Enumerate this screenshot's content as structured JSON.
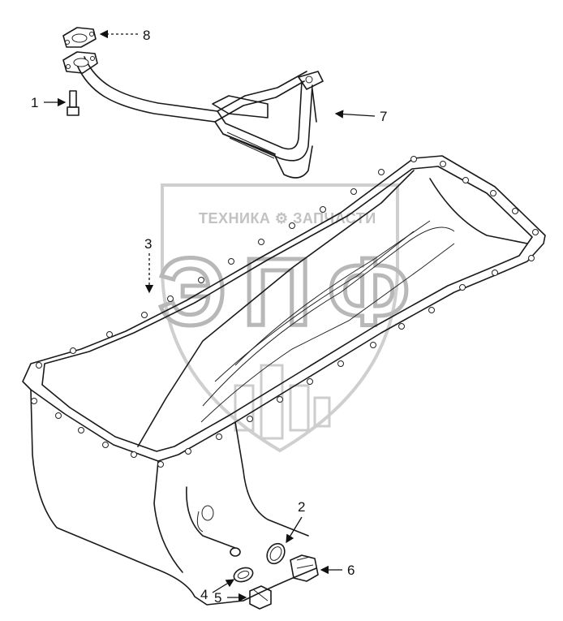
{
  "watermark": {
    "brand_line": "ТЕХНИКА ⚙ ЗАПЧАСТИ",
    "monogram": "ЭПФ"
  },
  "callouts": [
    {
      "id": "1",
      "label": "1"
    },
    {
      "id": "2",
      "label": "2"
    },
    {
      "id": "3",
      "label": "3"
    },
    {
      "id": "4",
      "label": "4"
    },
    {
      "id": "5",
      "label": "5"
    },
    {
      "id": "6",
      "label": "6"
    },
    {
      "id": "7",
      "label": "7"
    },
    {
      "id": "8",
      "label": "8"
    }
  ]
}
